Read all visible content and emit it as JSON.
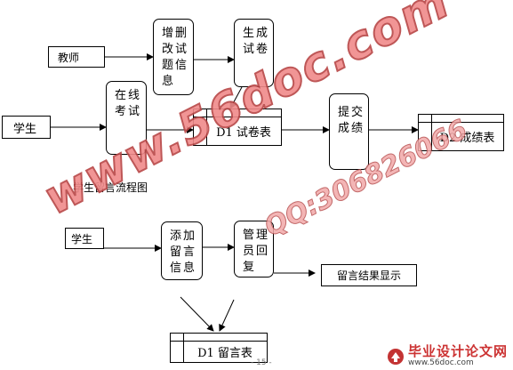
{
  "flow1": {
    "teacher_label": "教师",
    "student_label": "学生",
    "proc_edit_lines": [
      "增删",
      "改试",
      "题信",
      "息"
    ],
    "proc_generate_lines": [
      "生成",
      "试卷"
    ],
    "proc_online_exam_lines": [
      "在线",
      "考试"
    ],
    "store_exam_paper": "D1 试卷表",
    "proc_submit_lines": [
      "提交",
      "成绩"
    ],
    "store_score_table": "D2 成绩表"
  },
  "caption": "学生留言流程图",
  "flow2": {
    "student_label": "学生",
    "proc_add_message_lines": [
      "添加",
      "留言",
      "信息"
    ],
    "proc_admin_reply_lines": [
      "管理",
      "员回",
      "复"
    ],
    "result_label": "留言结果显示",
    "store_message_table": "D1 留言表"
  },
  "page_number": "- 15 -",
  "watermark": {
    "site": "www.56doc.com",
    "qq": "QQ:306826066",
    "logo_title": "毕业设计论文网",
    "logo_url": "www.56doc.com",
    "colors": {
      "text": "#c33333",
      "watermark_fill": "#f08a8a"
    }
  }
}
